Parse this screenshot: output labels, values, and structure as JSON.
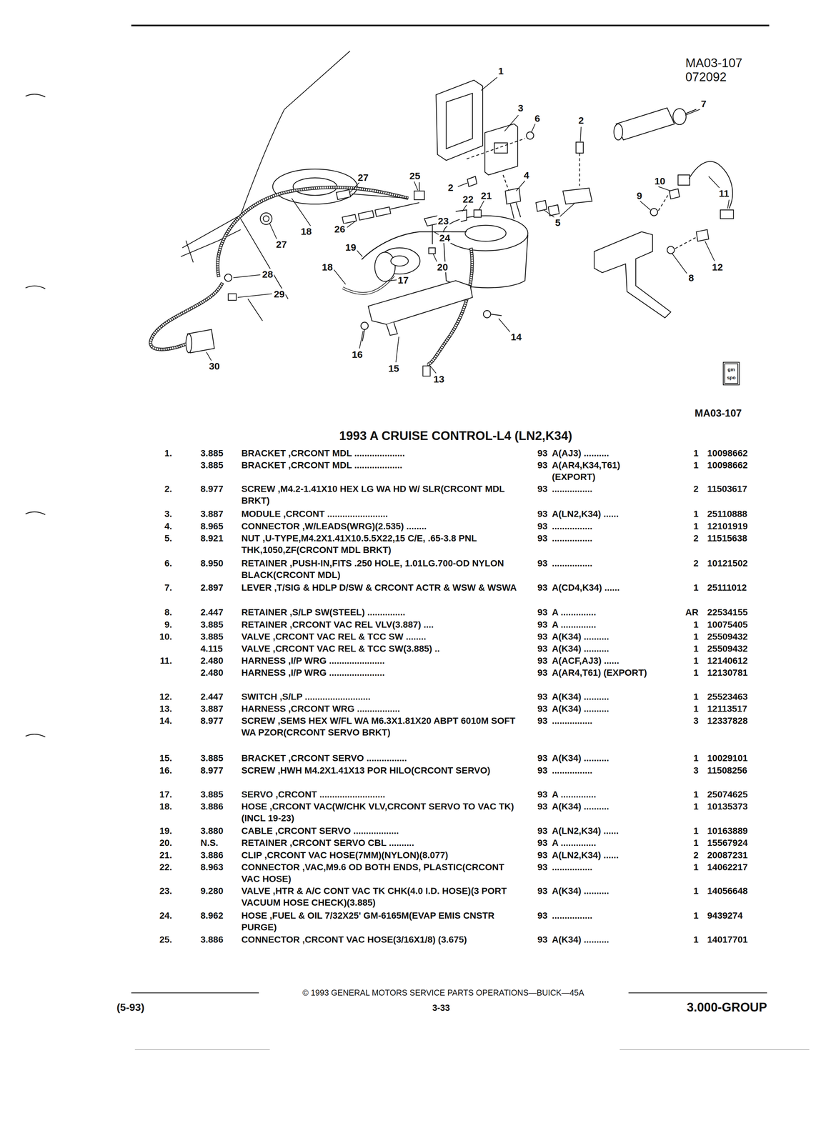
{
  "diagram": {
    "title": "1993 A CRUISE CONTROL-L4 (LN2,K34)",
    "labels": [
      "MA03-107",
      "072092",
      "gm",
      "spo",
      "MA03-107",
      "1",
      "2",
      "3",
      "6",
      "7",
      "2",
      "25",
      "27",
      "22",
      "21",
      "4",
      "5",
      "10",
      "9",
      "11",
      "18",
      "27",
      "26",
      "23",
      "24",
      "19",
      "20",
      "18",
      "17",
      "28",
      "29",
      "12",
      "8",
      "14",
      "16",
      "30",
      "15",
      "13",
      "1.",
      "3.885",
      "BRACKET ,CRCONT MDL ....................",
      "93",
      "A(AJ3) ..........",
      "1",
      "10098662",
      "3.885",
      "BRACKET ,CRCONT MDL ...................",
      "93",
      "A(AR4,K34,T61) (EXPORT)",
      "1",
      "10098662",
      "2.",
      "8.977",
      "SCREW ,M4.2-1.41X10 HEX LG WA HD W/ SLR(CRCONT MDL BRKT)",
      "93",
      "................",
      "2",
      "11503617",
      "3.",
      "3.887",
      "MODULE ,CRCONT ........................",
      "93",
      "A(LN2,K34) ......",
      "1",
      "25110888",
      "4.",
      "8.965",
      "CONNECTOR ,W/LEADS(WRG)(2.535) ........",
      "93",
      "................",
      "1",
      "12101919",
      "5.",
      "8.921",
      "NUT ,U-TYPE,M4.2X1.41X10.5.5X22,15 C/E, .65-3.8 PNL THK,1050,ZF(CRCONT MDL BRKT)",
      "93",
      "................",
      "2",
      "11515638",
      "6.",
      "8.950",
      "RETAINER ,PUSH-IN,FITS .250 HOLE, 1.01LG.700-OD NYLON BLACK(CRCONT MDL)",
      "93",
      "................",
      "2",
      "10121502",
      "7.",
      "2.897",
      "LEVER ,T/SIG & HDLP D/SW & CRCONT ACTR & WSW & WSWA",
      "93",
      "A(CD4,K34) ......",
      "1",
      "25111012",
      "8.",
      "2.447",
      "RETAINER ,S/LP SW(STEEL) ...............",
      "93",
      "A ..............",
      "AR",
      "22534155",
      "9.",
      "3.885",
      "RETAINER ,CRCONT VAC REL VLV(3.887) ....",
      "93",
      "A ..............",
      "1",
      "10075405",
      "10.",
      "3.885",
      "VALVE ,CRCONT VAC REL & TCC SW ........",
      "93",
      "A(K34) ..........",
      "1",
      "25509432",
      "4.115",
      "VALVE ,CRCONT VAC REL & TCC SW(3.885) ..",
      "93",
      "A(K34) ..........",
      "1",
      "25509432",
      "11.",
      "2.480",
      "HARNESS ,I/P WRG ......................",
      "93",
      "A(ACF,AJ3) ......",
      "1",
      "12140612",
      "2.480",
      "HARNESS ,I/P WRG ......................",
      "93",
      "A(AR4,T61) (EXPORT)",
      "1",
      "12130781",
      "12.",
      "2.447",
      "SWITCH ,S/LP ..........................",
      "93",
      "A(K34) ..........",
      "1",
      "25523463",
      "13.",
      "3.887",
      "HARNESS ,CRCONT WRG .................",
      "93",
      "A(K34) ..........",
      "1",
      "12113517",
      "14.",
      "8.977",
      "SCREW ,SEMS HEX W/FL WA M6.3X1.81X20 ABPT 6010M SOFT WA PZOR(CRCONT SERVO BRKT)",
      "93",
      "................",
      "3",
      "12337828",
      "15.",
      "3.885",
      "BRACKET ,CRCONT SERVO ................",
      "93",
      "A(K34) ..........",
      "1",
      "10029101",
      "16.",
      "8.977",
      "SCREW ,HWH M4.2X1.41X13 POR HILO(CRCONT SERVO)",
      "93",
      "................",
      "3",
      "11508256",
      "17.",
      "3.885",
      "SERVO ,CRCONT ..........................",
      "93",
      "A ..............",
      "1",
      "25074625",
      "18.",
      "3.886",
      "HOSE ,CRCONT VAC(W/CHK VLV,CRCONT SERVO TO VAC TK)(INCL 19-23)",
      "93",
      "A(K34) ..........",
      "1",
      "10135373",
      "19.",
      "3.880",
      "CABLE ,CRCONT SERVO ..................",
      "93",
      "A(LN2,K34) ......",
      "1",
      "10163889",
      "20.",
      "N.S.",
      "RETAINER ,CRCONT SERVO CBL ..........",
      "93",
      "A ..............",
      "1",
      "15567924",
      "21.",
      "3.886",
      "CLIP ,CRCONT VAC HOSE(7MM)(NYLON)(8.077)",
      "93",
      "A(LN2,K34) ......",
      "2",
      "20087231",
      "22.",
      "8.963",
      "CONNECTOR ,VAC,M9.6 OD BOTH ENDS, PLASTIC(CRCONT VAC HOSE)",
      "93",
      "................",
      "1",
      "14062217",
      "23.",
      "9.280",
      "VALVE ,HTR & A/C CONT VAC TK CHK(4.0 I.D. HOSE)(3 PORT VACUUM HOSE CHECK)(3.885)",
      "93",
      "A(K34) ..........",
      "1",
      "14056648",
      "24.",
      "8.962",
      "HOSE ,FUEL & OIL 7/32X25' GM-6165M(EVAP EMIS CNSTR PURGE)",
      "93",
      "................",
      "1",
      "9439274",
      "25.",
      "3.886",
      "CONNECTOR ,CRCONT VAC HOSE(3/16X1/8) (3.675)",
      "93",
      "A(K34) ..........",
      "1",
      "14017701",
      "© 1993 GENERAL MOTORS SERVICE PARTS OPERATIONS—BUICK—45A",
      "(5-93)",
      "3-33",
      "3.000-GROUP"
    ]
  }
}
